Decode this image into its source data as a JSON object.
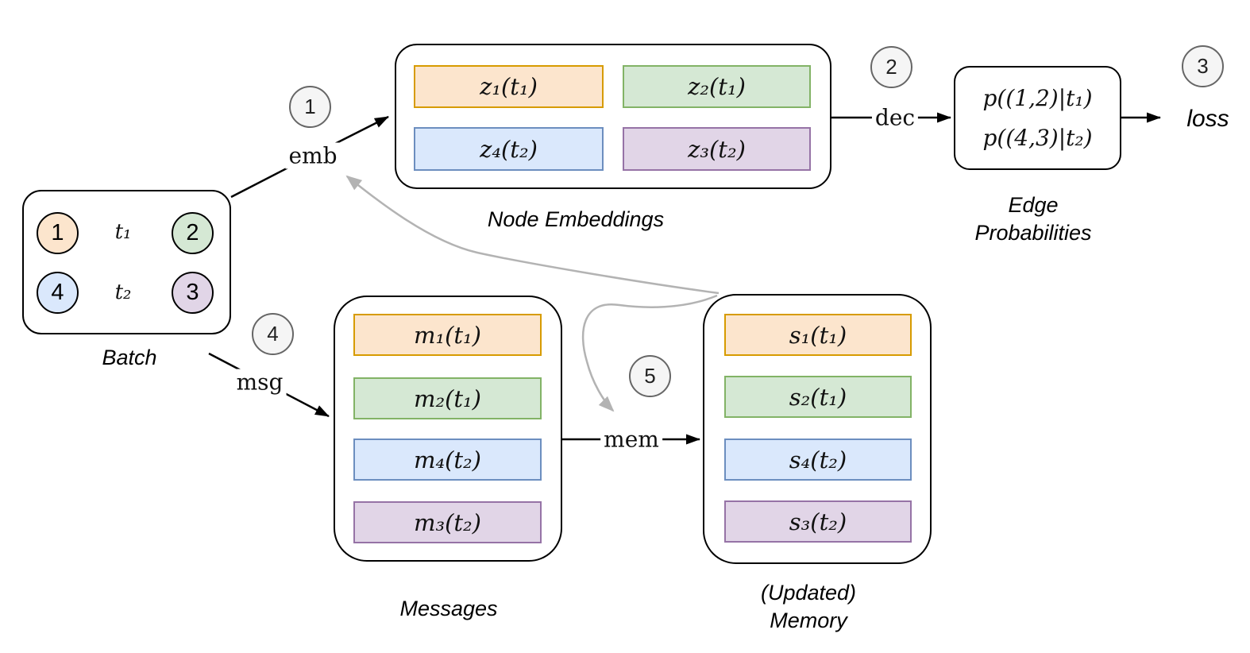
{
  "batch": {
    "label": "Batch",
    "nodes": [
      {
        "id": "1",
        "color": "orange"
      },
      {
        "id": "2",
        "color": "green"
      },
      {
        "id": "4",
        "color": "blue"
      },
      {
        "id": "3",
        "color": "purple"
      }
    ],
    "edges": [
      {
        "from": "1",
        "label": "t₁",
        "to": "2"
      },
      {
        "from": "4",
        "label": "t₂",
        "to": "3"
      }
    ]
  },
  "node_embeddings": {
    "label": "Node Embeddings",
    "cells": [
      {
        "text": "z₁(t₁)",
        "color": "orange"
      },
      {
        "text": "z₂(t₁)",
        "color": "green"
      },
      {
        "text": "z₄(t₂)",
        "color": "blue"
      },
      {
        "text": "z₃(t₂)",
        "color": "purple"
      }
    ]
  },
  "edge_probabilities": {
    "label_line1": "Edge",
    "label_line2": "Probabilities",
    "rows": [
      "p((1,2)|t₁)",
      "p((4,3)|t₂)"
    ]
  },
  "loss": {
    "label": "loss"
  },
  "messages": {
    "label": "Messages",
    "cells": [
      {
        "text": "m₁(t₁)",
        "color": "orange"
      },
      {
        "text": "m₂(t₁)",
        "color": "green"
      },
      {
        "text": "m₄(t₂)",
        "color": "blue"
      },
      {
        "text": "m₃(t₂)",
        "color": "purple"
      }
    ]
  },
  "memory": {
    "label_line1": "(Updated)",
    "label_line2": "Memory",
    "cells": [
      {
        "text": "s₁(t₁)",
        "color": "orange"
      },
      {
        "text": "s₂(t₁)",
        "color": "green"
      },
      {
        "text": "s₄(t₂)",
        "color": "blue"
      },
      {
        "text": "s₃(t₂)",
        "color": "purple"
      }
    ]
  },
  "operators": {
    "emb": "emb",
    "dec": "dec",
    "msg": "msg",
    "mem": "mem"
  },
  "steps": [
    "1",
    "2",
    "3",
    "4",
    "5"
  ],
  "colors": {
    "orange_fill": "#FCE5CD",
    "orange_border": "#D79B00",
    "green_fill": "#D5E8D4",
    "green_border": "#82B366",
    "blue_fill": "#DAE8FC",
    "blue_border": "#6C8EBF",
    "purple_fill": "#E1D5E7",
    "purple_border": "#9673A6",
    "step_fill": "#F5F5F5",
    "step_border": "#666666",
    "gray_arrow": "#B3B3B3",
    "line": "#000000"
  }
}
